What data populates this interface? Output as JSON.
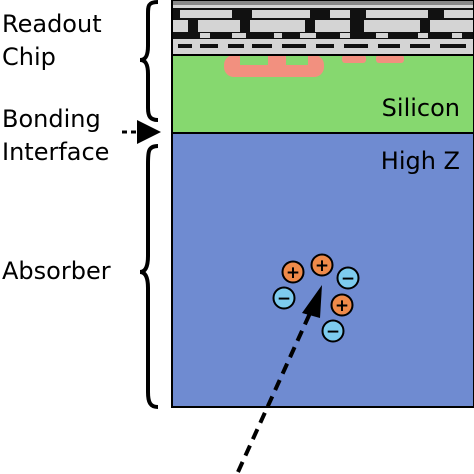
{
  "labels": {
    "readout_line1": "Readout",
    "readout_line2": "Chip",
    "bonding_line1": "Bonding",
    "bonding_line2": "Interface",
    "absorber": "Absorber",
    "silicon": "Silicon",
    "high_z": "High Z"
  },
  "charges": {
    "hole_symbol": "+",
    "electron_symbol": "−"
  },
  "colors": {
    "absorber": "#6f8bd1",
    "silicon": "#86d86f",
    "metal_layer": "#d4d4d4",
    "metal_dark": "#111111",
    "implant": "#f2907f",
    "hole": "#ef8a49",
    "electron": "#7dcbee"
  }
}
